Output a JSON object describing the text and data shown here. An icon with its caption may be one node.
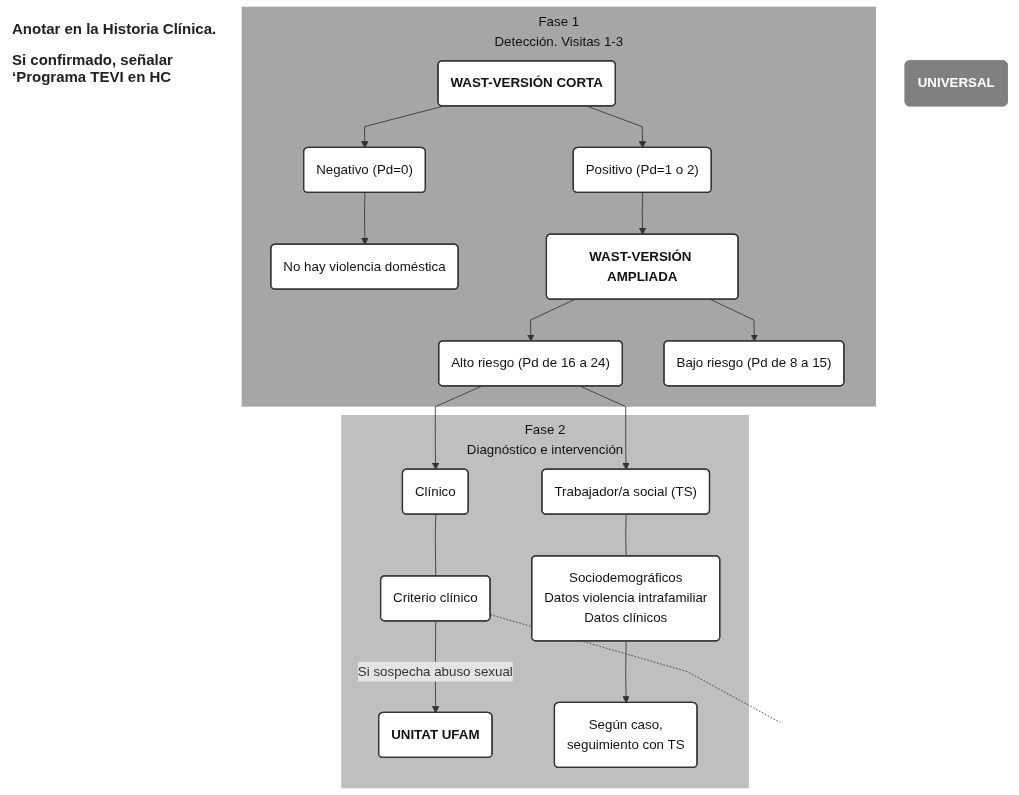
{
  "diagram": {
    "nodes": [
      {
        "text": [
          "UNIVERSAL"
        ]
      },
      {
        "text": [
          "Fase 1",
          "Detección. Visitas 1-3"
        ]
      },
      {
        "text": [
          "WAST-VERSIÓN CORTA"
        ],
        "in": 1
      },
      {
        "text": [
          "Negativo (Pd=0)"
        ],
        "in": 1
      },
      {
        "text": [
          "Positivo (Pd=1 o 2)"
        ],
        "in": 1
      },
      {
        "text": [
          "No hay violencia doméstica"
        ],
        "in": 1
      },
      {
        "text": [
          "WAST-VERSIÓN AMPLIADA"
        ],
        "in": 1
      },
      {
        "text": [
          "Alto riesgo (Pd de 16 a 24)"
        ],
        "in": 1
      },
      {
        "text": [
          "Bajo riesgo (Pd de 8 a 15)"
        ],
        "in": 1
      },
      {
        "text": [
          "Fase 2",
          "Diagnóstico e intervención"
        ]
      },
      {
        "text": [
          "Clínico"
        ],
        "in": 9
      },
      {
        "text": [
          "Criterio clínico"
        ],
        "in": 9
      },
      {
        "text": [
          "UNITAT UFAM"
        ],
        "in": 9
      },
      {
        "text": [
          "Trabajador/a social (TS)"
        ],
        "in": 9
      },
      {
        "text": [
          "Sociodemográficos",
          "Datos violencia intrafamiliar",
          "Datos clínicos"
        ],
        "in": 9
      },
      {
        "text": [
          "Según caso,",
          "seguimiento con TS"
        ],
        "in": 9
      }
    ],
    "edges": [
      {
        "from": 2,
        "to": 3,
        "arrow": "to"
      },
      {
        "from": 2,
        "to": 4,
        "arrow": "to"
      },
      {
        "from": 3,
        "to": 5,
        "arrow": "to"
      },
      {
        "from": 4,
        "to": 6,
        "arrow": "to"
      },
      {
        "from": 6,
        "to": 7,
        "arrow": "to"
      },
      {
        "from": 6,
        "to": 8,
        "arrow": "to"
      },
      {
        "from": 7,
        "to": 10,
        "arrow": "to"
      },
      {
        "from": 7,
        "to": 13,
        "arrow": "to"
      },
      {
        "from": 10,
        "to": 11,
        "arrow": "none"
      },
      {
        "from": 11,
        "to": 12,
        "arrow": "to",
        "label": "Si sospecha abuso sexual"
      },
      {
        "from": 11,
        "to": null,
        "arrow": "none",
        "style": "dashed"
      },
      {
        "from": 13,
        "to": 14,
        "arrow": "none"
      },
      {
        "from": 14,
        "to": 15,
        "arrow": "to"
      }
    ],
    "labels": [
      "Anotar en la Historia Clínica.",
      "Si confirmado, señalar ‘Programa TEVI en HC"
    ]
  }
}
